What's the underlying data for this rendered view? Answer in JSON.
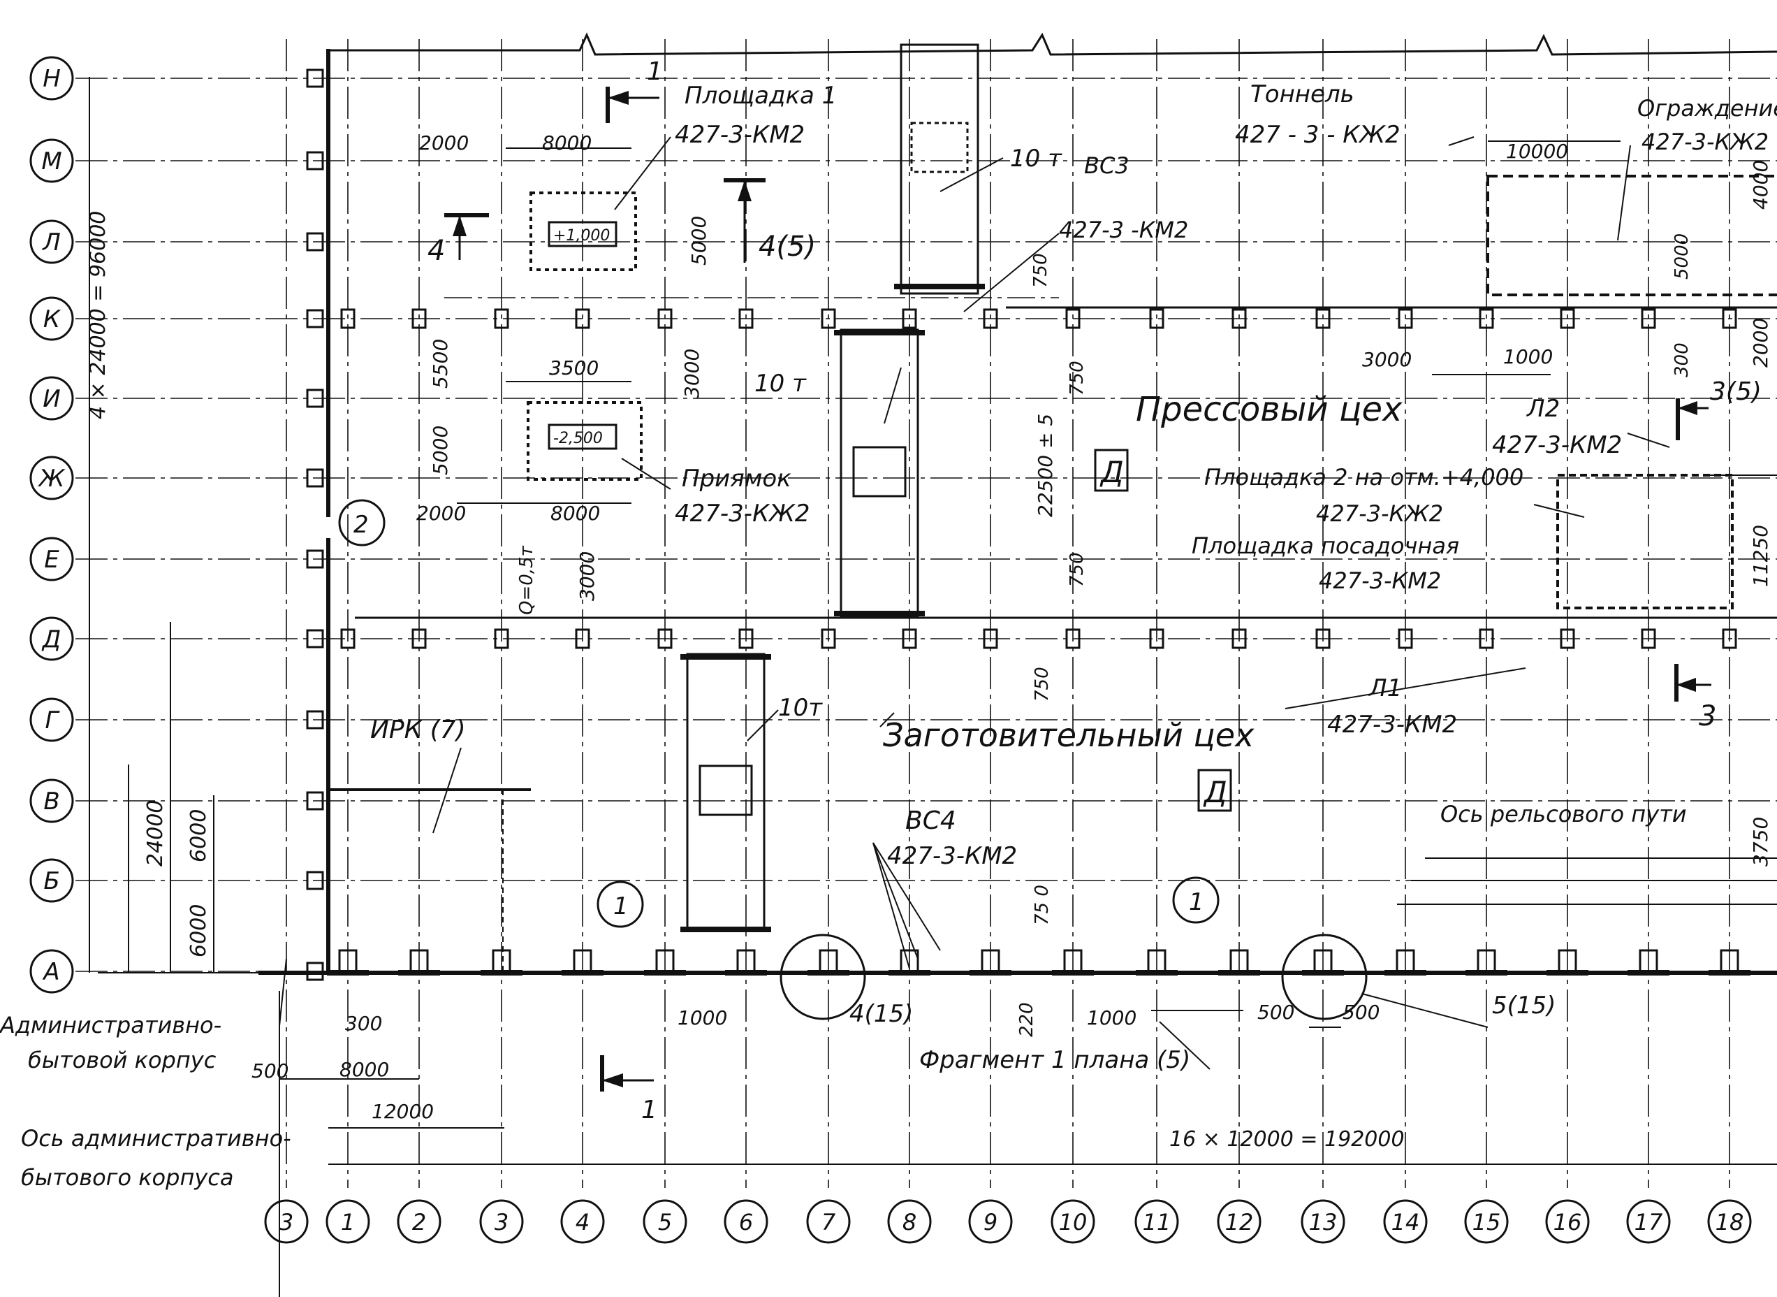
{
  "axes": {
    "rows": [
      "Н",
      "М",
      "Л",
      "К",
      "И",
      "Ж",
      "Е",
      "Д",
      "Г",
      "В",
      "Б",
      "А"
    ],
    "columns": [
      "3",
      "1",
      "2",
      "3",
      "4",
      "5",
      "6",
      "7",
      "8",
      "9",
      "10",
      "11",
      "12",
      "13",
      "14",
      "15",
      "16",
      "17",
      "18"
    ]
  },
  "dimensions": {
    "vertical_total": "4 × 24000 = 96000",
    "span_24000": "24000",
    "d_6000_a": "6000",
    "d_6000_b": "6000",
    "d_2000_top": "2000",
    "d_8000_top": "8000",
    "d_5000_top": "5000",
    "d_5500": "5500",
    "d_3500": "3500",
    "d_5000_mid": "5000",
    "d_2000_mid": "2000",
    "d_8000_mid": "8000",
    "d_3000_mid": "3000",
    "d_3000_low": "3000",
    "d_750_1": "750",
    "d_750_2": "750",
    "d_750_3": "750",
    "d_750_4": "750",
    "d_750_5": "75 0",
    "d_22500": "22500 ± 5",
    "d_10000": "10000",
    "d_3000_right": "3000",
    "d_1000_right": "1000",
    "d_4000": "4000",
    "d_5000_right": "5000",
    "d_300_right": "300",
    "d_2000_right": "2000",
    "d_11250": "11250",
    "d_3750": "3750",
    "d_300_bottom": "300",
    "d_500_left": "500",
    "d_8000_bottom": "8000",
    "d_12000": "12000",
    "d_1000_a": "1000",
    "d_1000_b": "1000",
    "d_220": "220",
    "d_500_a": "500",
    "d_500_b": "500",
    "total_bottom": "16 × 12000 = 192000",
    "mark_plus1000": "+1,000",
    "mark_minus2500": "-2,500",
    "crane_q": "Q=0,5т"
  },
  "labels": {
    "platform1": "Площадка 1",
    "platform1_code": "427-3-КМ2",
    "tunnel": "Тоннель",
    "tunnel_code": "427 - 3 - КЖ2",
    "fence": "Ограждение",
    "fence_code": "427-3-КЖ2",
    "crane_10t_1": "10 т",
    "crane_10t_2": "10 т",
    "crane_10t_3": "10т",
    "bc3": "ВС3",
    "bc3_code": "427-3 -КМ2",
    "press_shop": "Прессовый цех",
    "pit": "Приямок",
    "pit_code": "427-3-КЖ2",
    "cat_d_1": "Д",
    "cat_d_2": "Д",
    "l2": "Л2",
    "l2_code": "427-3-КМ2",
    "platform2": "Площадка 2 на отм.+4,000",
    "platform2_code": "427-3-КЖ2",
    "landing_platform": "Площадка посадочная",
    "landing_code": "427-3-КМ2",
    "l1": "Л1",
    "l1_code": "427-3-КМ2",
    "irk": "ИРК (7)",
    "procurement_shop": "Заготовительный цех",
    "bc4": "ВС4",
    "bc4_code": "427-3-КМ2",
    "rail_axis": "Ось рельсового пути",
    "admin_building_1": "Административно-",
    "admin_building_2": "бытовой корпус",
    "admin_axis_1": "Ось административно-",
    "admin_axis_2": "бытового корпуса",
    "fragment": "Фрагмент 1 плана (5)",
    "node_4_15": "4(15)",
    "node_5_15": "5(15)",
    "circle_1a": "1",
    "circle_1b": "1",
    "circle_2": "2",
    "sec_1_top": "1",
    "sec_1_bottom": "1",
    "sec_4_left": "4",
    "sec_4_right": "4(5)",
    "sec_3_top": "3(5)",
    "sec_3_bottom": "3"
  }
}
